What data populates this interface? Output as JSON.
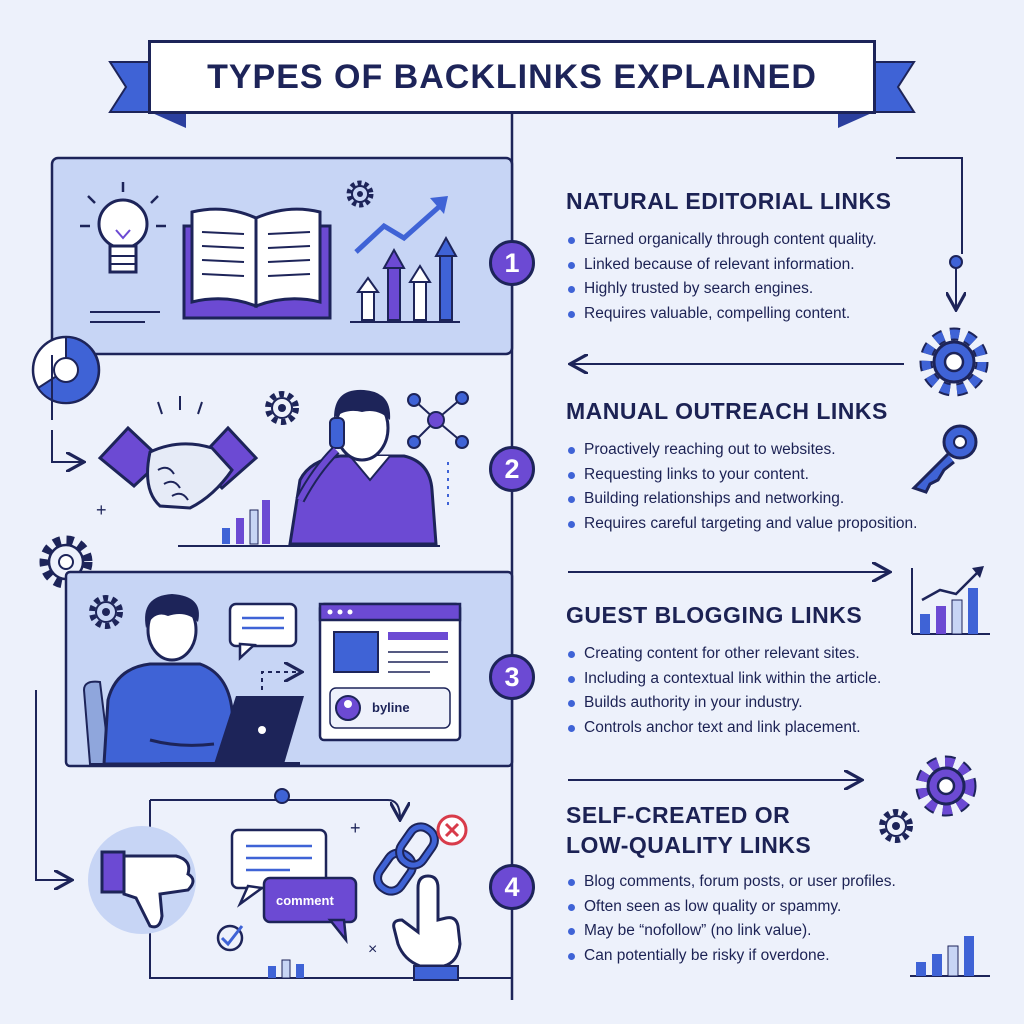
{
  "title": "TYPES OF BACKLINKS EXPLAINED",
  "sections": [
    {
      "number": "1",
      "title": "NATURAL EDITORIAL LINKS",
      "bullets": [
        "Earned organically through content quality.",
        "Linked because of relevant information.",
        "Highly trusted by search engines.",
        "Requires valuable, compelling content."
      ]
    },
    {
      "number": "2",
      "title": "MANUAL OUTREACH LINKS",
      "bullets": [
        "Proactively reaching out to websites.",
        "Requesting links to your content.",
        "Building relationships and networking.",
        "Requires careful targeting and value proposition."
      ]
    },
    {
      "number": "3",
      "title": "GUEST BLOGGING LINKS",
      "bullets": [
        "Creating content for other relevant sites.",
        "Including a contextual link within the article.",
        "Builds authority in your industry.",
        "Controls anchor text and link placement."
      ]
    },
    {
      "number": "4",
      "title_line1": "SELF-CREATED OR",
      "title_line2": "LOW-QUALITY LINKS",
      "bullets": [
        "Blog comments, forum posts, or user profiles.",
        "Often seen as low quality or spammy.",
        "May be “nofollow” (no link value).",
        "Can potentially be risky if overdone."
      ]
    }
  ],
  "illustration_labels": {
    "byline": "byline",
    "comment": "comment"
  },
  "colors": {
    "navy": "#1d2459",
    "purple": "#6c4ad3",
    "blue": "#3f63d6",
    "panel": "#c7d5f5",
    "background": "#edf1fb"
  },
  "icons": [
    "lightbulb-icon",
    "open-book-icon",
    "growth-arrow-icon",
    "gear-icon",
    "pie-chart-icon",
    "handshake-icon",
    "phone-call-person-icon",
    "network-icon",
    "key-icon",
    "laptop-person-icon",
    "chat-bubble-icon",
    "browser-window-icon",
    "thumbs-down-icon",
    "broken-link-icon",
    "pointer-hand-icon",
    "bar-chart-icon",
    "check-icon"
  ]
}
